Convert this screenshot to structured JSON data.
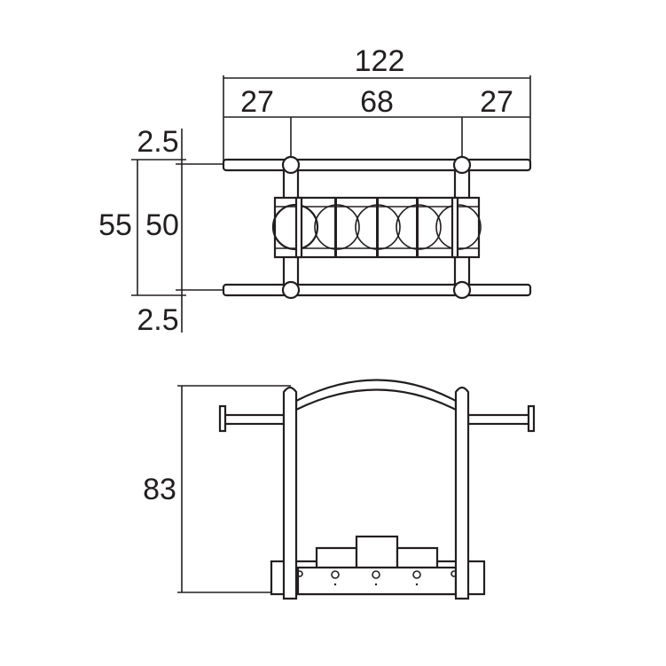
{
  "top_view": {
    "overall_width": "122",
    "side_left": "27",
    "middle": "68",
    "side_right": "27",
    "offset_top": "2.5",
    "overall_depth": "55",
    "inner_depth": "50",
    "offset_bottom": "2.5"
  },
  "front_view": {
    "height": "83"
  },
  "colors": {
    "line": "#231f20",
    "background": "#ffffff"
  }
}
